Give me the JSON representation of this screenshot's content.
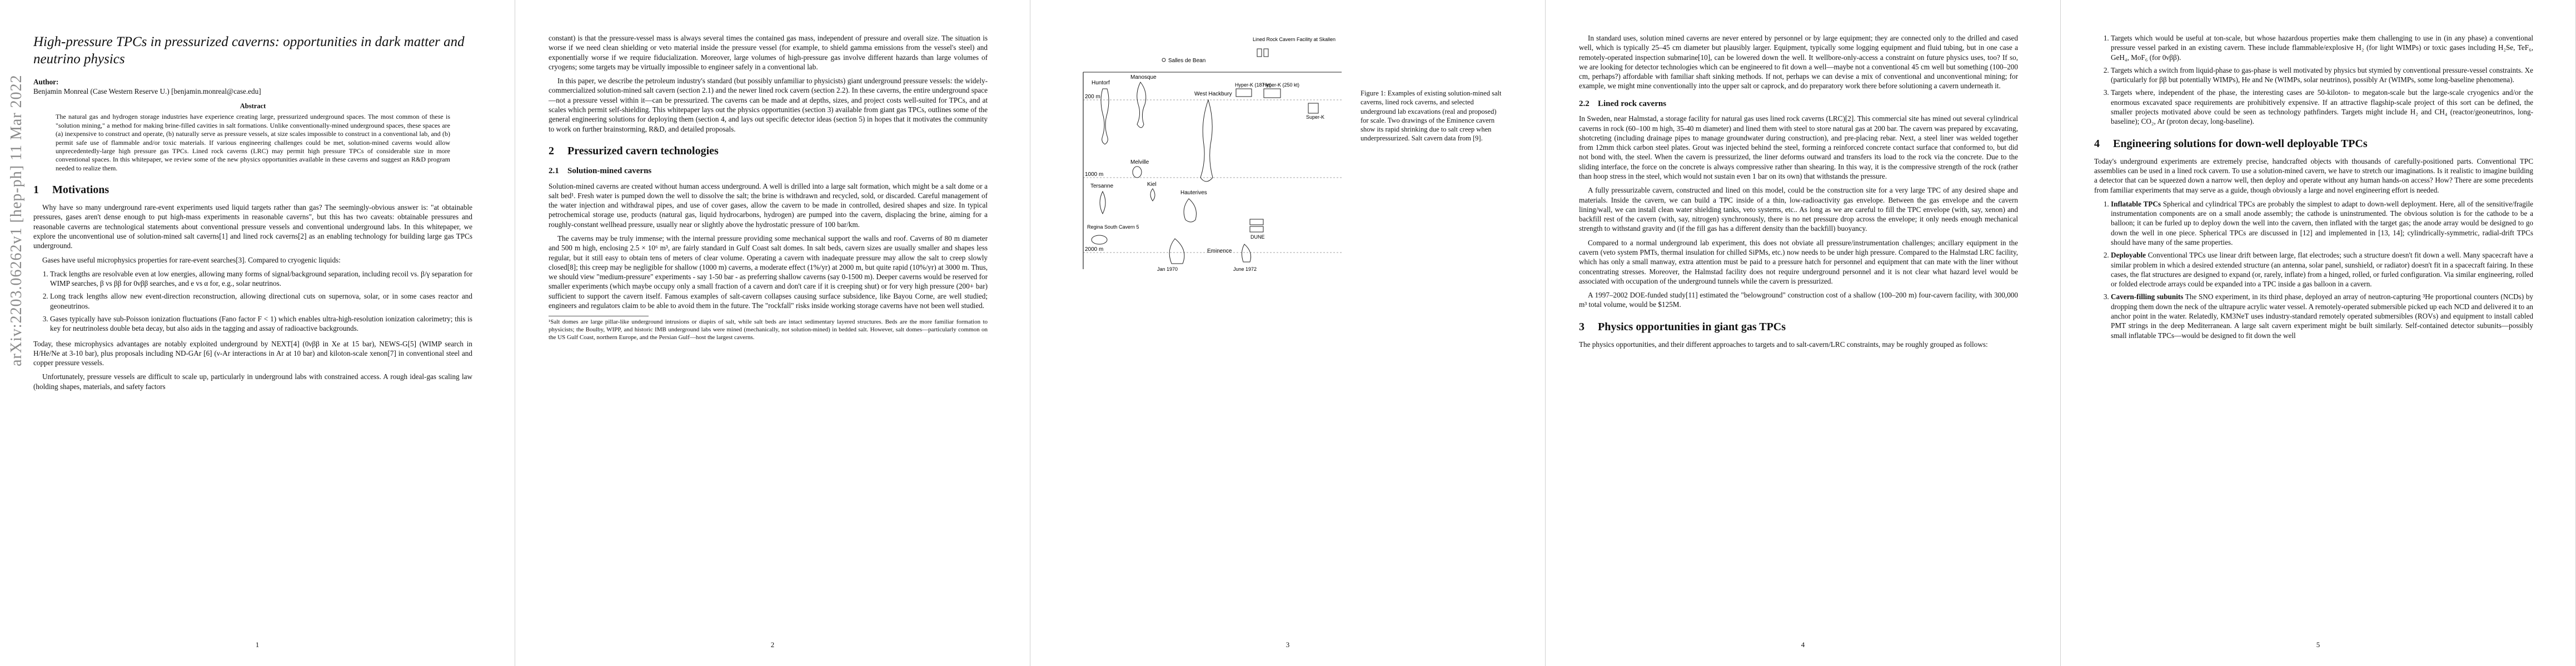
{
  "arxiv_id": "arXiv:2203.06262v1  [hep-ph]  11 Mar 2022",
  "page1": {
    "title": "High-pressure TPCs in pressurized caverns: opportunities in dark matter and neutrino physics",
    "author_heading": "Author:",
    "author": "Benjamin Monreal (Case Western Reserve U.) [benjamin.monreal@case.edu]",
    "abstract_heading": "Abstract",
    "abstract": "The natural gas and hydrogen storage industries have experience creating large, pressurized underground spaces. The most common of these is \"solution mining,\" a method for making brine-filled cavities in salt formations. Unlike conventionally-mined underground spaces, these spaces are (a) inexpensive to construct and operate, (b) naturally serve as pressure vessels, at size scales impossible to construct in a conventional lab, and (b) permit safe use of flammable and/or toxic materials. If various engineering challenges could be met, solution-mined caverns would allow unprecedentedly-large high pressure gas TPCs. Lined rock caverns (LRC) may permit high pressure TPCs of considerable size in more conventional spaces. In this whitepaper, we review some of the new physics opportunities available in these caverns and suggest an R&D program needed to realize them.",
    "s1_num": "1",
    "s1_title": "Motivations",
    "p1": "Why have so many underground rare-event experiments used liquid targets rather than gas? The seemingly-obvious answer is: \"at obtainable pressures, gases aren't dense enough to put high-mass experiments in reasonable caverns\", but this has two caveats: obtainable pressures and reasonable caverns are technological statements about conventional pressure vessels and conventional underground labs. In this whitepaper, we explore the unconventional use of solution-mined salt caverns[1] and lined rock caverns[2] as an enabling technology for building large gas TPCs underground.",
    "p2": "Gases have useful microphysics properties for rare-event searches[3]. Compared to cryogenic liquids:",
    "list": [
      "Track lengths are resolvable even at low energies, allowing many forms of signal/background separation, including recoil vs. β/γ separation for WIMP searches, β vs ββ for 0νββ searches, and e vs α for, e.g., solar neutrinos.",
      "Long track lengths allow new event-direction reconstruction, allowing directional cuts on supernova, solar, or in some cases reactor and geoneutrinos.",
      "Gases typically have sub-Poisson ionization fluctuations (Fano factor F < 1) which enables ultra-high-resolution ionization calorimetry; this is key for neutrinoless double beta decay, but also aids in the tagging and assay of radioactive backgrounds."
    ],
    "p3": "Today, these microphysics advantages are notably exploited underground by NEXT[4] (0νββ in Xe at 15 bar), NEWS-G[5] (WIMP search in H/He/Ne at 3-10 bar), plus proposals including ND-GAr [6] (ν-Ar interactions in Ar at 10 bar) and kiloton-scale xenon[7] in conventional steel and copper pressure vessels.",
    "p4": "Unfortunately, pressure vessels are difficult to scale up, particularly in underground labs with constrained access. A rough ideal-gas scaling law (holding shapes, materials, and safety factors",
    "page_number": "1"
  },
  "page2": {
    "p1": "constant) is that the pressure-vessel mass is always several times the contained gas mass, independent of pressure and overall size. The situation is worse if we need clean shielding or veto material inside the pressure vessel (for example, to shield gamma emissions from the vessel's steel) and exponentially worse if we require fiducialization. Moreover, large volumes of high-pressure gas involve different hazards than large volumes of cryogens; some targets may be virtually impossible to engineer safely in a conventional lab.",
    "p2": "In this paper, we describe the petroleum industry's standard (but possibly unfamiliar to physicists) giant underground pressure vessels: the widely-commercialized solution-mined salt cavern (section 2.1) and the newer lined rock cavern (section 2.2). In these caverns, the entire underground space—not a pressure vessel within it—can be pressurized. The caverns can be made and at depths, sizes, and project costs well-suited for TPCs, and at scales which permit self-shielding. This whitepaper lays out the physics opportunities (section 3) available from giant gas TPCs, outlines some of the general engineering solutions for deploying them (section 4, and lays out specific detector ideas (section 5) in hopes that it motivates the community to work on further brainstorming, R&D, and detailed proposals.",
    "s2_num": "2",
    "s2_title": "Pressurized cavern technologies",
    "s21_num": "2.1",
    "s21_title": "Solution-mined caverns",
    "p3": "Solution-mined caverns are created without human access underground. A well is drilled into a large salt formation, which might be a salt dome or a salt bed¹. Fresh water is pumped down the well to dissolve the salt; the brine is withdrawn and recycled, sold, or discarded. Careful management of the water injection and withdrawal pipes, and use of cover gases, allow the cavern to be made in controlled, desired shapes and size. In typical petrochemical storage use, products (natural gas, liquid hydrocarbons, hydrogen) are pumped into the cavern, displacing the brine, aiming for a roughly-constant wellhead pressure, usually near or slightly above the hydrostatic pressure of 100 bar/km.",
    "p4": "The caverns may be truly immense; with the internal pressure providing some mechanical support the walls and roof. Caverns of 80 m diameter and 500 m high, enclosing 2.5 × 10⁶ m³, are fairly standard in Gulf Coast salt domes. In salt beds, cavern sizes are usually smaller and shapes less regular, but it still easy to obtain tens of meters of clear volume. Operating a cavern with inadequate pressure may allow the salt to creep slowly closed[8]; this creep may be negligible for shallow (1000 m) caverns, a moderate effect (1%/yr) at 2000 m, but quite rapid (10%/yr) at 3000 m. Thus, we should view \"medium-pressure\" experiments - say 1-50 bar - as preferring shallow caverns (say 0-1500 m). Deeper caverns would be reserved for smaller experiments (which maybe occupy only a small fraction of a cavern and don't care if it is creeping shut) or for very high pressure (200+ bar) sufficient to support the cavern itself. Famous examples of salt-cavern collapses causing surface subsidence, like Bayou Corne, are well studied; engineers and regulators claim to be able to avoid them in the future. The \"rockfall\" risks inside working storage caverns have not been well studied.",
    "footnote": "¹Salt domes are large pillar-like underground intrusions or diapirs of salt, while salt beds are intact sedimentary layered structures. Beds are the more familiar formation to physicists; the Boulby, WIPP, and historic IMB underground labs were mined (mechanically, not solution-mined) in bedded salt. However, salt domes—particularly common on the US Gulf Coast, northern Europe, and the Persian Gulf—host the largest caverns.",
    "page_number": "2"
  },
  "page3": {
    "figure": {
      "labels": {
        "salles_de_bean": "Salles de Bean",
        "lined_rock": "Lined Rock Cavern Facility at Skallen",
        "m200": "200 m",
        "m1000": "1000 m",
        "m2000": "2000 m",
        "huntorf": "Huntorf",
        "manosque": "Manosque",
        "west_hackbury": "West Hackbury",
        "hyper_k": "Hyper-K (187 kt)",
        "hyper_k2": "Hyper-K (250 kt)",
        "super_k": "Super-K",
        "melville": "Melville",
        "tersanne": "Tersanne",
        "kiel": "Kiel",
        "hauterives": "Hauterives",
        "regina_south": "Regina South Cavern 5",
        "dune": "DUNE",
        "eminence": "Eminence",
        "jan1970": "Jan 1970",
        "june1972": "June 1972"
      },
      "caption": "Figure 1: Examples of existing solution-mined salt caverns, lined rock caverns, and selected underground lab excavations (real and proposed) for scale. Two drawings of the Eminence cavern show its rapid shrinking due to salt creep when underpressurized. Salt cavern data from [9]."
    },
    "page_number": "3"
  },
  "page4": {
    "p1": "In standard uses, solution mined caverns are never entered by personnel or by large equipment; they are connected only to the drilled and cased well, which is typically 25–45 cm diameter but plausibly larger. Equipment, typically some logging equipment and fluid tubing, but in one case a remotely-operated inspection submarine[10], can be lowered down the well. It wellbore-only-access a constraint on future physics uses, too? If so, we are looking for detector technologies which can be engineered to fit down a well—maybe not a conventional 45 cm well but something (100–200 cm, perhaps?) affordable with familiar shaft sinking methods. If not, perhaps we can devise a mix of conventional and unconventional mining; for example, we might mine conventionally into the upper salt or caprock, and do preparatory work there before solutioning a cavern underneath it.",
    "s22_num": "2.2",
    "s22_title": "Lined rock caverns",
    "p2": "In Sweden, near Halmstad, a storage facility for natural gas uses lined rock caverns (LRC)[2]. This commercial site has mined out several cylindrical caverns in rock (60–100 m high, 35-40 m diameter) and lined them with steel to store natural gas at 200 bar. The cavern was prepared by excavating, shotcreting (including drainage pipes to manage groundwater during construction), and pre-placing rebar. Next, a steel liner was welded together from 12mm thick carbon steel plates. Grout was injected behind the steel, forming a reinforced concrete contact surface that conformed to, but did not bond with, the steel. When the cavern is pressurized, the liner deforms outward and transfers its load to the rock via the concrete. Due to the sliding interface, the force on the concrete is always compressive rather than shearing. In this way, it is the compressive strength of the rock (rather than hoop stress in the steel, which would not sustain even 1 bar on its own) that withstands the pressure.",
    "p3": "A fully pressurizable cavern, constructed and lined on this model, could be the construction site for a very large TPC of any desired shape and materials. Inside the cavern, we can build a TPC inside of a thin, low-radioactivity gas envelope. Between the gas envelope and the cavern lining/wall, we can install clean water shielding tanks, veto systems, etc.. As long as we are careful to fill the TPC envelope (with, say, xenon) and backfill rest of the cavern (with, say, nitrogen) synchronously, there is no net pressure drop across the envelope; it only needs enough mechanical strength to withstand gravity and (if the fill gas has a different density than the backfill) buoyancy.",
    "p4": "Compared to a normal underground lab experiment, this does not obviate all pressure/instrumentation challenges; ancillary equipment in the cavern (veto system PMTs, thermal insulation for chilled SiPMs, etc.) now needs to be under high pressure. Compared to the Halmstad LRC facility, which has only a small manway, extra attention must be paid to a pressure hatch for personnel and equipment that can mate with the liner without concentrating stresses. Moreover, the Halmstad facility does not require underground personnel and it is not clear what hazard level would be associated with occupation of the underground tunnels while the cavern is pressurized.",
    "p5": "A 1997–2002 DOE-funded study[11] estimated the \"belowground\" construction cost of a shallow (100–200 m) four-cavern facility, with 300,000 m³ total volume, would be $125M.",
    "s3_num": "3",
    "s3_title": "Physics opportunities in giant gas TPCs",
    "p6": "The physics opportunities, and their different approaches to targets and to salt-cavern/LRC constraints, may be roughly grouped as follows:",
    "page_number": "4"
  },
  "page5": {
    "list": [
      "Targets which would be useful at ton-scale, but whose hazardous properties make them challenging to use in (in any phase) a conventional pressure vessel parked in an existing cavern. These include flammable/explosive H₂ (for light WIMPs) or toxic gases including H₂Se, TeF₆, GeH₄, MoF₆ (for 0νββ).",
      "Targets which a switch from liquid-phase to gas-phase is well motivated by physics but stymied by conventional pressure-vessel constraints. Xe (particularly for ββ but potentially WIMPs), He and Ne (WIMPs, solar neutrinos), possibly Ar (WIMPs, some long-baseline phenomena).",
      "Targets where, independent of the phase, the interesting cases are 50-kiloton- to megaton-scale but the large-scale cryogenics and/or the enormous excavated space requirements are prohibitively expensive. If an attractive flagship-scale project of this sort can be defined, the smaller projects motivated above could be seen as technology pathfinders. Targets might include H₂ and CH₄ (reactor/geoneutrinos, long-baseline); CO₂, Ar (proton decay, long-baseline)."
    ],
    "s4_num": "4",
    "s4_title": "Engineering solutions for down-well deployable TPCs",
    "p1": "Today's underground experiments are extremely precise, handcrafted objects with thousands of carefully-positioned parts. Conventional TPC assemblies can be used in a lined rock cavern. To use a solution-mined cavern, we have to stretch our imaginations. Is it realistic to imagine building a detector that can be squeezed down a narrow well, then deploy and operate without any human hands-on access? How? There are some precedents from familiar experiments that may serve as a guide, though obviously a large and novel engineering effort is needed.",
    "list2": [
      {
        "head": "Inflatable TPCs",
        "text": "Spherical and cylindrical TPCs are probably the simplest to adapt to down-well deployment. Here, all of the sensitive/fragile instrumentation components are on a small anode assembly; the cathode is uninstrumented. The obvious solution is for the cathode to be a balloon; it can be furled up to deploy down the well into the cavern, then inflated with the target gas; the anode array would be designed to go down the well in one piece. Spherical TPCs are discussed in [12] and implemented in [13, 14]; cylindrically-symmetric, radial-drift TPCs should have many of the same properties."
      },
      {
        "head": "Deployable",
        "text": "Conventional TPCs use linear drift between large, flat electrodes; such a structure doesn't fit down a well. Many spacecraft have a similar problem in which a desired extended structure (an antenna, solar panel, sunshield, or radiator) doesn't fit in a spacecraft fairing. In these cases, the flat structures are designed to expand (or, rarely, inflate) from a hinged, rolled, or furled configuration. Via similar engineering, rolled or folded electrode arrays could be expanded into a TPC inside a gas balloon in a cavern."
      },
      {
        "head": "Cavern-filling subunits",
        "text": "The SNO experiment, in its third phase, deployed an array of neutron-capturing ³He proportional counters (NCDs) by dropping them down the neck of the ultrapure acrylic water vessel. A remotely-operated submersible picked up each NCD and delivered it to an anchor point in the water. Relatedly, KM3NeT uses industry-standard remotely operated submersibles (ROVs) and equipment to install cabled PMT strings in the deep Mediterranean. A large salt cavern experiment might be built similarly. Self-contained detector subunits—possibly small inflatable TPCs—would be designed to fit down the well"
      }
    ],
    "page_number": "5"
  }
}
